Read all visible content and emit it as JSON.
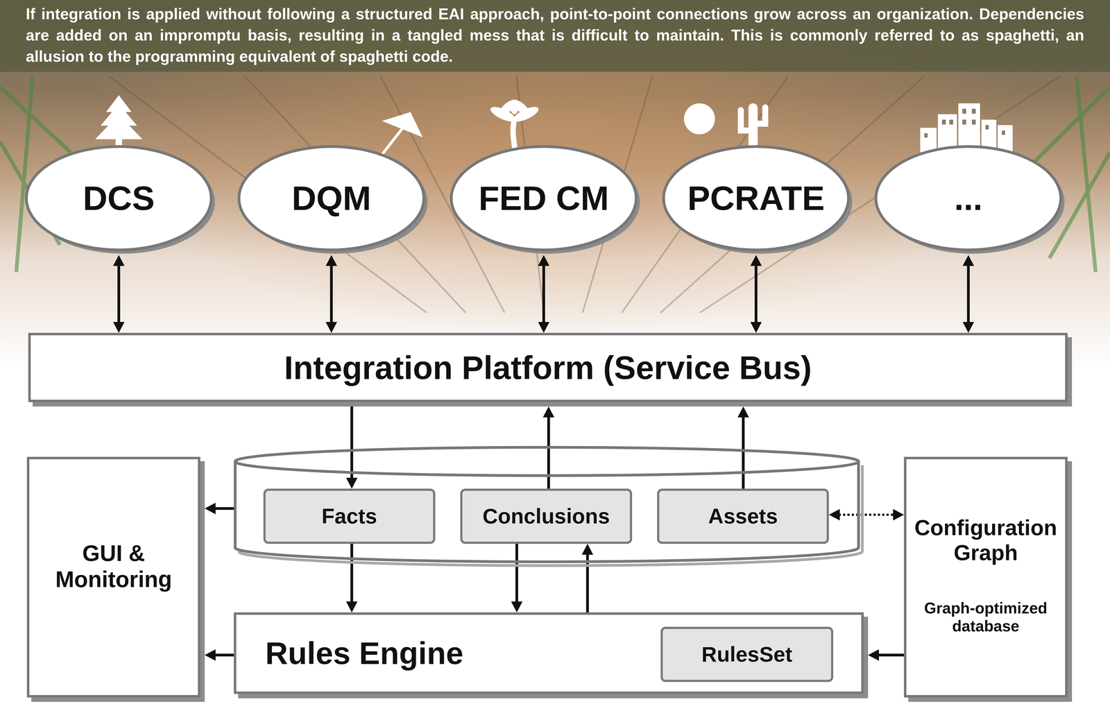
{
  "diagram": {
    "caption": "If integration is applied without following a structured EAI approach, point-to-point connections grow across an organization. Dependencies are added on an impromptu basis, resulting in a tangled mess that is difficult to maintain. This is commonly referred to as spaghetti, an allusion to the programming equivalent of spaghetti code.",
    "nodes": [
      {
        "text": [
          "DCS"
        ]
      },
      {
        "text": [
          "DQM"
        ]
      },
      {
        "text": [
          "FED CM"
        ]
      },
      {
        "text": [
          "PCRATE"
        ]
      },
      {
        "text": [
          "..."
        ]
      },
      {
        "text": [
          "Integration Platform (Service Bus)"
        ]
      },
      {
        "text": [
          "GUI & Monitoring"
        ]
      },
      {
        "text": []
      },
      {
        "text": [
          "Facts"
        ],
        "in": 7
      },
      {
        "text": [
          "Conclusions"
        ],
        "in": 7
      },
      {
        "text": [
          "Assets"
        ],
        "in": 7
      },
      {
        "text": [
          "Configuration Graph",
          "Graph-optimized database"
        ]
      },
      {
        "text": [
          "Rules Engine"
        ]
      },
      {
        "text": [
          "RulesSet"
        ],
        "in": 12
      }
    ],
    "edges": [
      {
        "from": 0,
        "to": 5,
        "arrow": "both"
      },
      {
        "from": 1,
        "to": 5,
        "arrow": "both"
      },
      {
        "from": 2,
        "to": 5,
        "arrow": "both"
      },
      {
        "from": 3,
        "to": 5,
        "arrow": "both"
      },
      {
        "from": 4,
        "to": 5,
        "arrow": "both"
      },
      {
        "from": 5,
        "to": 8,
        "arrow": "to"
      },
      {
        "from": 9,
        "to": 5,
        "arrow": "to"
      },
      {
        "from": 10,
        "to": 5,
        "arrow": "to"
      },
      {
        "from": 7,
        "to": 6,
        "arrow": "to"
      },
      {
        "from": 10,
        "to": 11,
        "arrow": "both"
      },
      {
        "from": 8,
        "to": 12,
        "arrow": "to"
      },
      {
        "from": 9,
        "to": 12,
        "arrow": "to"
      },
      {
        "from": 12,
        "to": 9,
        "arrow": "to"
      },
      {
        "from": 12,
        "to": 6,
        "arrow": "to"
      },
      {
        "from": 11,
        "to": 12,
        "arrow": "to"
      }
    ]
  }
}
